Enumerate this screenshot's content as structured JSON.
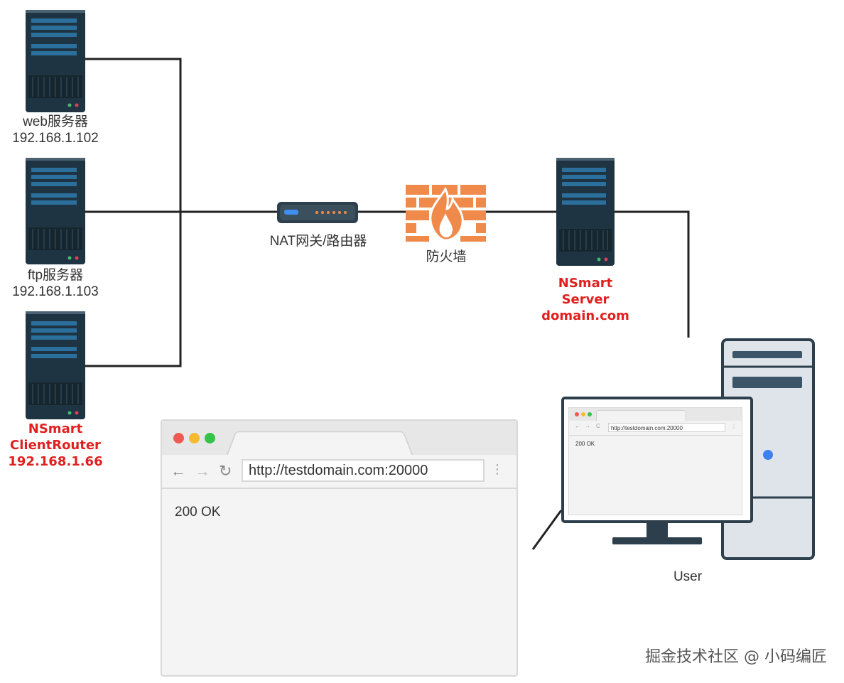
{
  "nodes": {
    "web_server": {
      "name": "web服务器",
      "ip": "192.168.1.102"
    },
    "ftp_server": {
      "name": "ftp服务器",
      "ip": "192.168.1.103"
    },
    "client_router": {
      "line1": "NSmart",
      "line2": "ClientRouter",
      "line3": "192.168.1.66"
    },
    "nat_gateway": {
      "name": "NAT网关/路由器"
    },
    "firewall": {
      "name": "防火墙"
    },
    "nsmart_server": {
      "line1": "NSmart",
      "line2": "Server",
      "line3": "domain.com"
    },
    "user": {
      "name": "User"
    }
  },
  "browser": {
    "url": "http://testdomain.com:20000",
    "content": "200 OK",
    "dot_colors": [
      "#ee5a52",
      "#f4bb2f",
      "#35c248"
    ]
  },
  "mini_browser": {
    "url": "http://testdomain.com:20000",
    "content": "200 OK"
  },
  "watermark": "掘金技术社区 @ 小码编匠",
  "colors": {
    "accent_red": "#e02020",
    "server_dark": "#1f3442",
    "server_blue": "#2b6f9c",
    "firewall_orange": "#f08a4b",
    "line": "#222222"
  }
}
